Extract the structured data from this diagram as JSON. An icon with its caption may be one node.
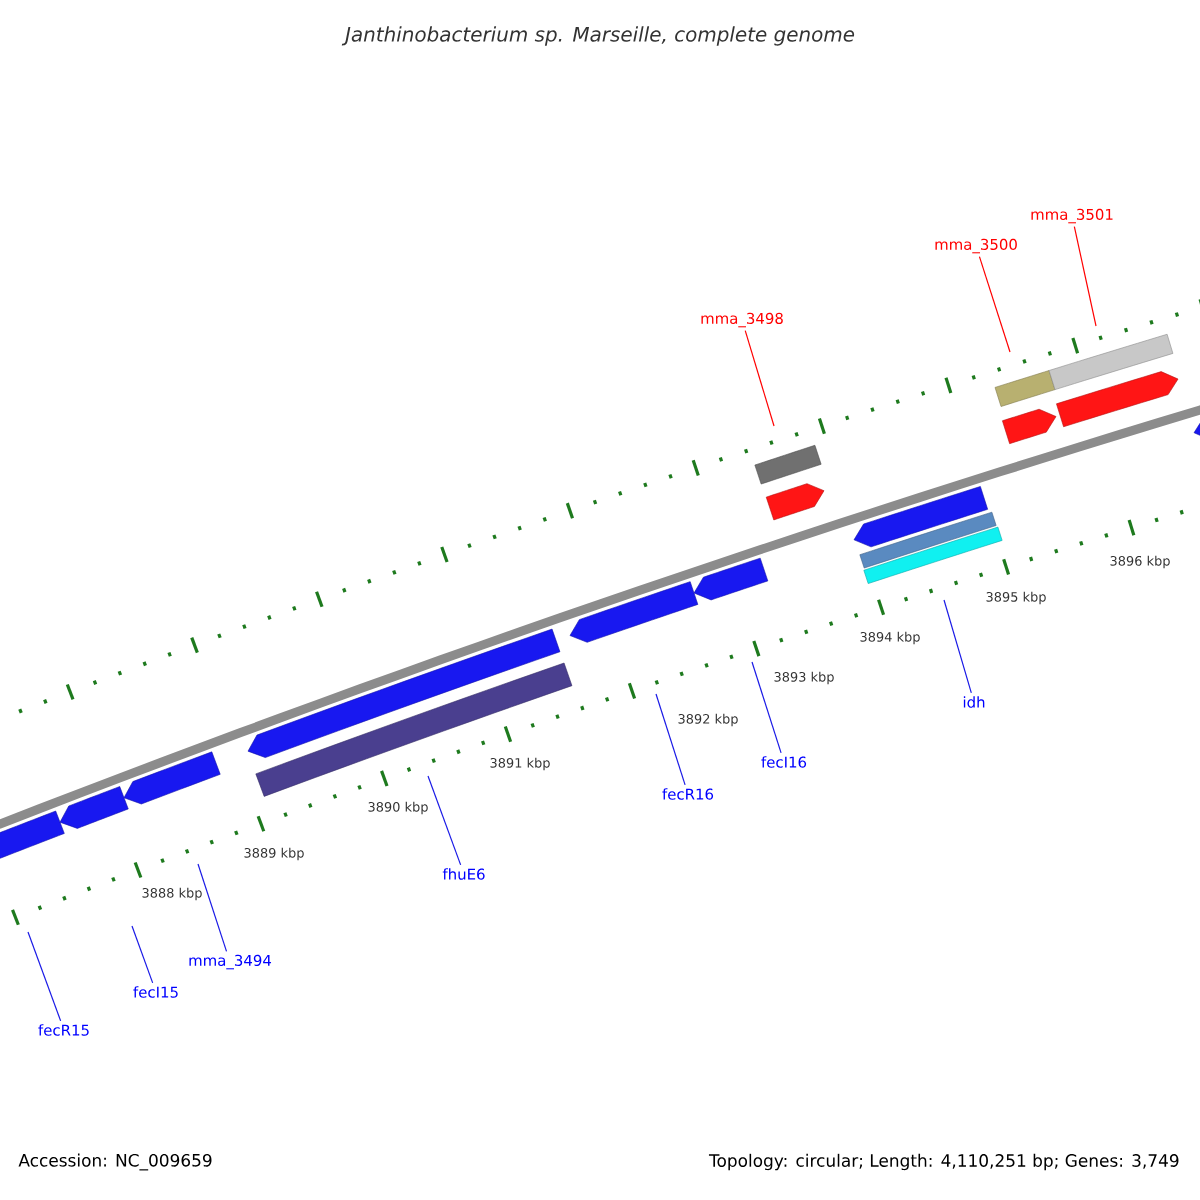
{
  "diagram": {
    "title": "Janthinobacterium sp. Marseille, complete genome",
    "nodes": [
      {
        "text": [
          "mma_3501"
        ]
      },
      {
        "text": [
          "mma_3500"
        ]
      },
      {
        "text": [
          "mma_3498"
        ]
      },
      {
        "text": [
          "idh"
        ]
      },
      {
        "text": [
          "fecI16"
        ]
      },
      {
        "text": [
          "fecR16"
        ]
      },
      {
        "text": [
          "fhuE6"
        ]
      },
      {
        "text": [
          "mma_3494"
        ]
      },
      {
        "text": [
          "fecI15"
        ]
      },
      {
        "text": [
          "fecR15"
        ]
      }
    ],
    "edges": [
      {
        "from": 0,
        "to": null,
        "arrow": "none",
        "color": "#ff0000"
      },
      {
        "from": 1,
        "to": null,
        "arrow": "none",
        "color": "#ff0000"
      },
      {
        "from": 2,
        "to": null,
        "arrow": "none",
        "color": "#ff0000"
      },
      {
        "from": 3,
        "to": null,
        "arrow": "none"
      },
      {
        "from": 4,
        "to": null,
        "arrow": "none"
      },
      {
        "from": 5,
        "to": null,
        "arrow": "none"
      },
      {
        "from": 6,
        "to": null,
        "arrow": "none"
      },
      {
        "from": 7,
        "to": null,
        "arrow": "none"
      },
      {
        "from": 8,
        "to": null,
        "arrow": "none"
      },
      {
        "from": 9,
        "to": null,
        "arrow": "none"
      }
    ],
    "labels": [
      "3888 kbp",
      "3889 kbp",
      "3890 kbp",
      "3891 kbp",
      "3892 kbp",
      "3893 kbp",
      "3894 kbp",
      "3895 kbp",
      "3896 kbp",
      "Accession: NC_009659",
      "Topology: circular; Length: 4,110,251 bp; Genes: 3,749"
    ]
  }
}
